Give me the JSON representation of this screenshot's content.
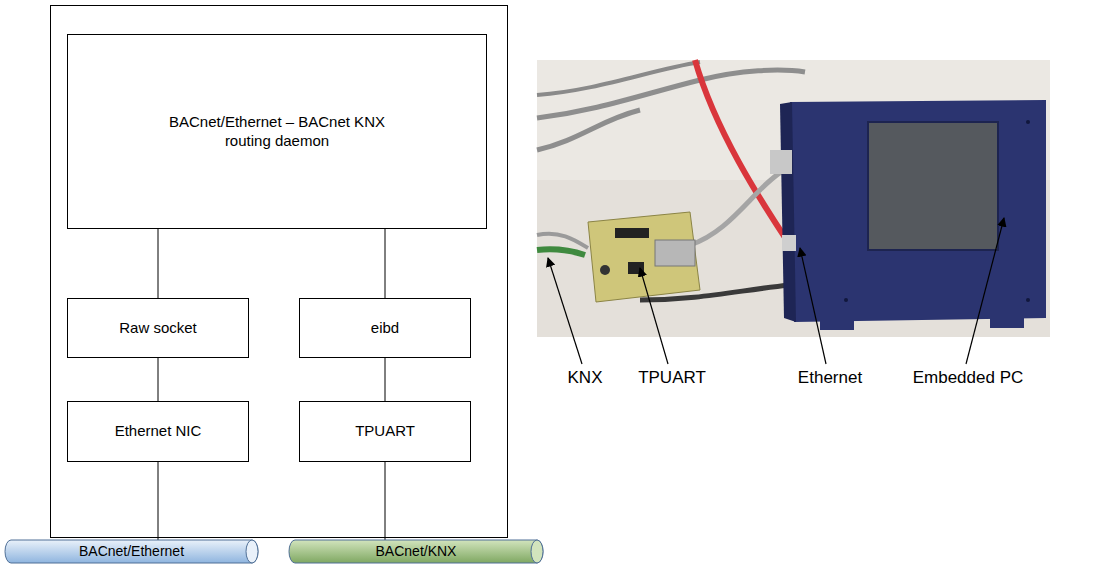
{
  "diagram": {
    "nodes": [
      {
        "text": [
          "BACnet/Ethernet – BACnet KNX routing daemon"
        ]
      },
      {
        "text": [
          "Raw socket"
        ]
      },
      {
        "text": [
          "eibd"
        ]
      },
      {
        "text": [
          "Ethernet NIC"
        ]
      },
      {
        "text": [
          "TPUART"
        ]
      },
      {
        "text": [
          "BACnet/Ethernet"
        ]
      },
      {
        "text": [
          "BACnet/KNX"
        ]
      }
    ],
    "edges": [
      {
        "from": 0,
        "to": 1,
        "arrow": "none"
      },
      {
        "from": 0,
        "to": 2,
        "arrow": "none"
      },
      {
        "from": 1,
        "to": 3,
        "arrow": "none"
      },
      {
        "from": 2,
        "to": 4,
        "arrow": "none"
      },
      {
        "from": 3,
        "to": 5,
        "arrow": "none"
      },
      {
        "from": 4,
        "to": 6,
        "arrow": "none"
      }
    ],
    "labels": [
      "KNX",
      "TPUART",
      "Ethernet",
      "Embedded PC"
    ]
  }
}
